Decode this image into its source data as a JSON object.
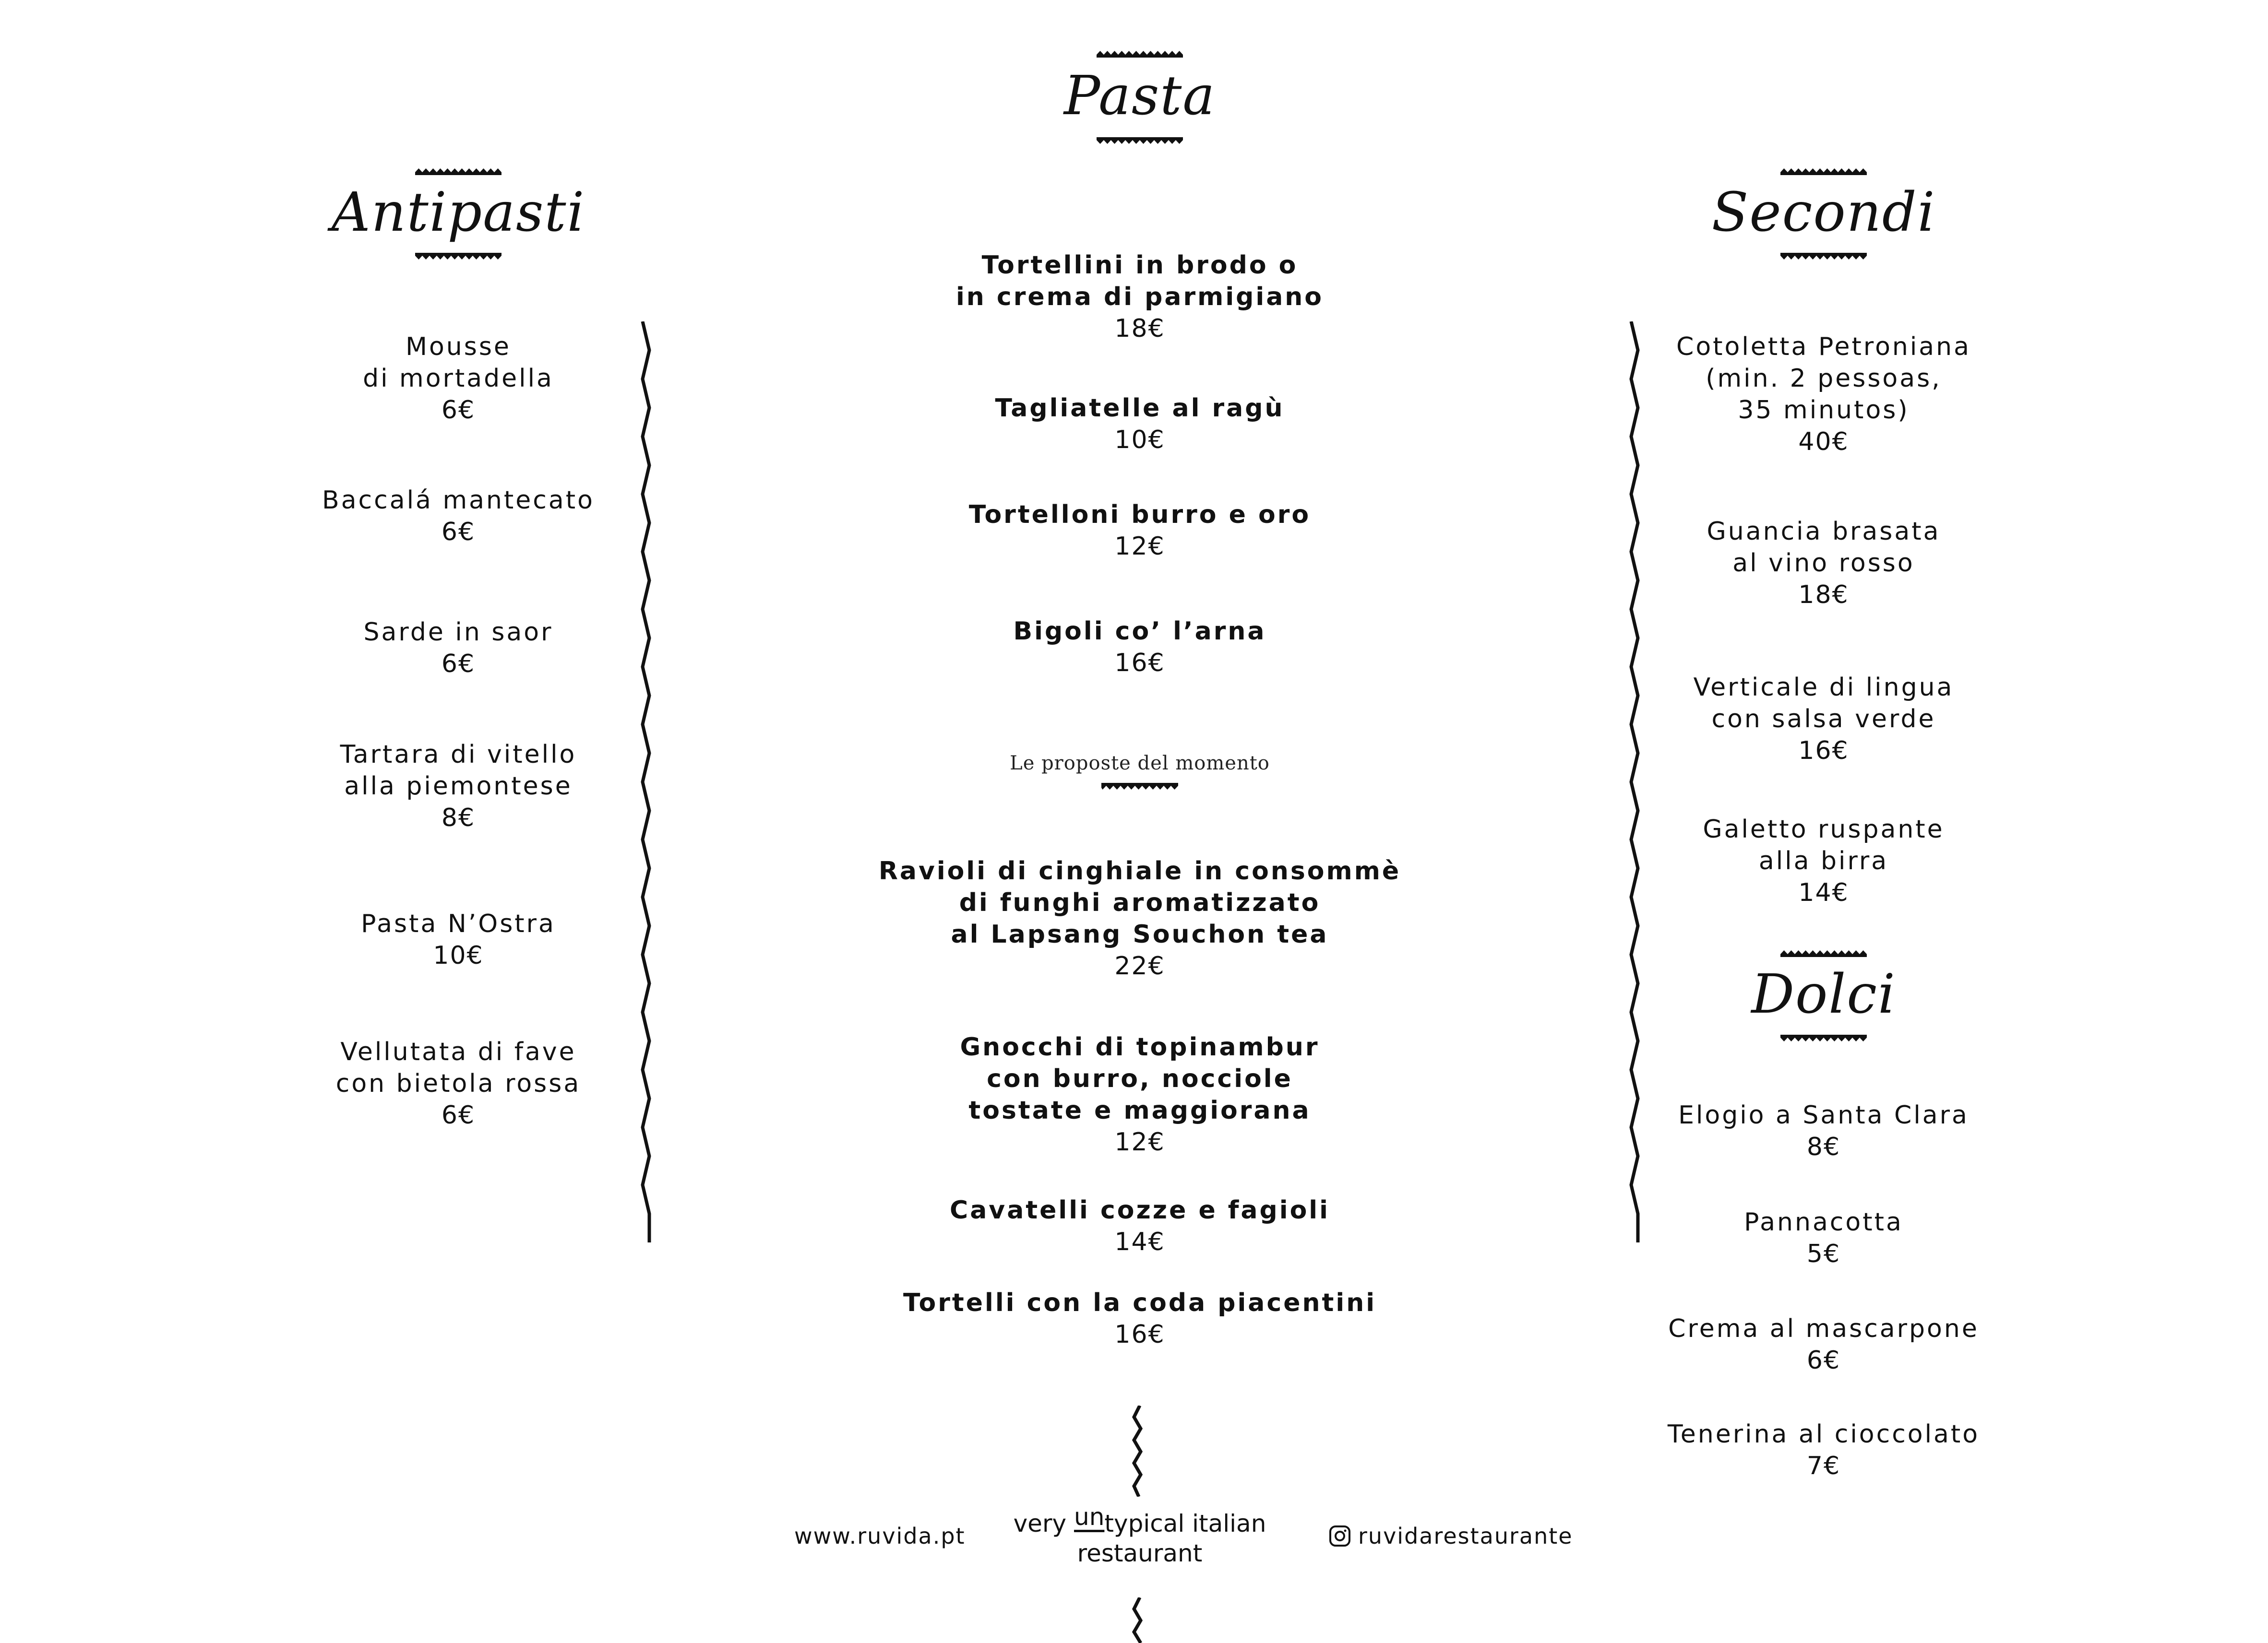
{
  "sections": {
    "pasta": {
      "title": "Pasta"
    },
    "antipasti": {
      "title": "Antipasti"
    },
    "secondi": {
      "title": "Secondi"
    },
    "dolci": {
      "title": "Dolci"
    }
  },
  "antipasti_items": [
    {
      "name": "Mousse\ndi mortadella",
      "price": "6€"
    },
    {
      "name": "Baccalá mantecato",
      "price": "6€"
    },
    {
      "name": "Sarde in saor",
      "price": "6€"
    },
    {
      "name": "Tartara di vitello\nalla piemontese",
      "price": "8€"
    },
    {
      "name": "Pasta N’Ostra",
      "price": "10€"
    },
    {
      "name": "Vellutata di fave\ncon bietola rossa",
      "price": "6€"
    }
  ],
  "pasta_items": [
    {
      "name": "Tortellini in brodo o\nin crema di parmigiano",
      "price": "18€"
    },
    {
      "name": "Tagliatelle al ragù",
      "price": "10€"
    },
    {
      "name": "Tortelloni burro e oro",
      "price": "12€"
    },
    {
      "name": "Bigoli co’ l’arna",
      "price": "16€"
    }
  ],
  "momento": {
    "heading": "Le proposte del momento",
    "items": [
      {
        "name": "Ravioli di cinghiale in consommè\ndi funghi aromatizzato\nal Lapsang Souchon tea",
        "price": "22€"
      },
      {
        "name": "Gnocchi di topinambur\ncon burro, nocciole\ntostate e maggiorana",
        "price": "12€"
      },
      {
        "name": "Cavatelli cozze e fagioli",
        "price": "14€"
      },
      {
        "name": "Tortelli con la coda piacentini",
        "price": "16€"
      }
    ]
  },
  "secondi_items": [
    {
      "name": "Cotoletta Petroniana\n(min. 2 pessoas,\n35 minutos)",
      "price": "40€"
    },
    {
      "name": "Guancia brasata\nal vino rosso",
      "price": "18€"
    },
    {
      "name": "Verticale di lingua\ncon salsa verde",
      "price": "16€"
    },
    {
      "name": "Galetto ruspante\nalla birra",
      "price": "14€"
    }
  ],
  "dolci_items": [
    {
      "name": "Elogio a Santa Clara",
      "price": "8€"
    },
    {
      "name": "Pannacotta",
      "price": "5€"
    },
    {
      "name": "Crema al mascarpone",
      "price": "6€"
    },
    {
      "name": "Tenerina al cioccolato",
      "price": "7€"
    }
  ],
  "footer": {
    "website": "www.ruvida.pt",
    "tagline_pre": "very ",
    "tagline_un": "un",
    "tagline_post": "typical italian",
    "tagline_line2": "restaurant",
    "instagram": "ruvidarestaurante",
    "instagram_icon": "instagram-icon"
  }
}
